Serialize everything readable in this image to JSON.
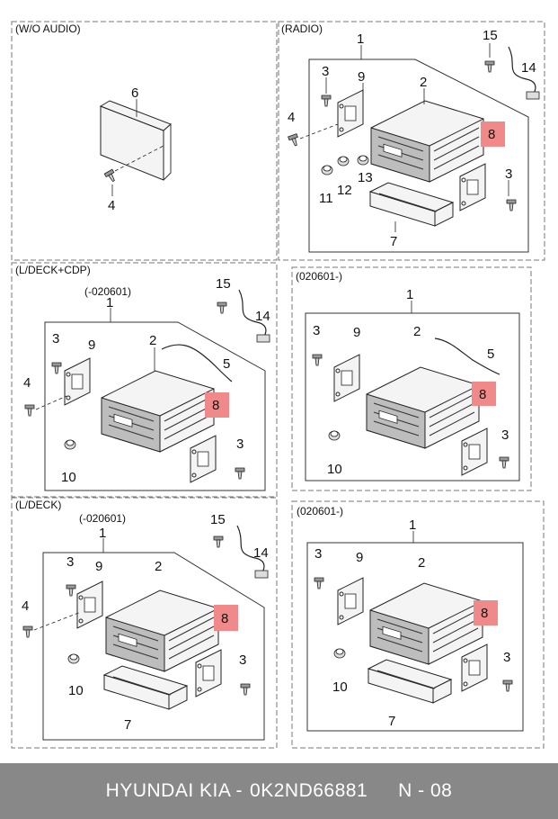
{
  "highlight_color": "#f08a8a",
  "footer": {
    "brand": "HYUNDAI  KIA -",
    "part_number": "0K2ND66881",
    "page": "N - 08"
  },
  "panels": {
    "wo_audio": {
      "label": "(W/O AUDIO)",
      "callouts": {
        "bezel": "6",
        "screw": "4"
      }
    },
    "radio": {
      "label": "(RADIO)",
      "callouts": {
        "assembly": "1",
        "unit": "2",
        "screw_a": "3",
        "screw_b": "3",
        "bolt": "4",
        "bracket_left": "9",
        "bracket_right": "8",
        "cable": "14",
        "bolt_top": "15",
        "knob_a": "11",
        "knob_b": "12",
        "knob_c": "13",
        "pocket": "7"
      }
    },
    "ldeck_cdp_old": {
      "label": "(L/DECK+CDP)",
      "date": "(-020601)",
      "callouts": {
        "assembly": "1",
        "unit": "2",
        "screw_a": "3",
        "screw_b": "3",
        "bolt": "4",
        "antenna": "5",
        "bracket_left": "9",
        "bracket_right": "8",
        "knob": "10",
        "cable": "14",
        "bolt_top": "15"
      }
    },
    "ldeck_cdp_new": {
      "date": "(020601-)",
      "callouts": {
        "assembly": "1",
        "unit": "2",
        "screw_a": "3",
        "screw_b": "3",
        "antenna": "5",
        "bracket_left": "9",
        "bracket_right": "8",
        "knob": "10"
      }
    },
    "ldeck_old": {
      "label": "(L/DECK)",
      "date": "(-020601)",
      "callouts": {
        "assembly": "1",
        "unit": "2",
        "screw_a": "3",
        "screw_b": "3",
        "bolt": "4",
        "bracket_left": "9",
        "bracket_right": "8",
        "knob": "10",
        "pocket": "7",
        "cable": "14",
        "bolt_top": "15"
      }
    },
    "ldeck_new": {
      "date": "(020601-)",
      "callouts": {
        "assembly": "1",
        "unit": "2",
        "screw_a": "3",
        "screw_b": "3",
        "bracket_left": "9",
        "bracket_right": "8",
        "knob": "10",
        "pocket": "7"
      }
    }
  }
}
